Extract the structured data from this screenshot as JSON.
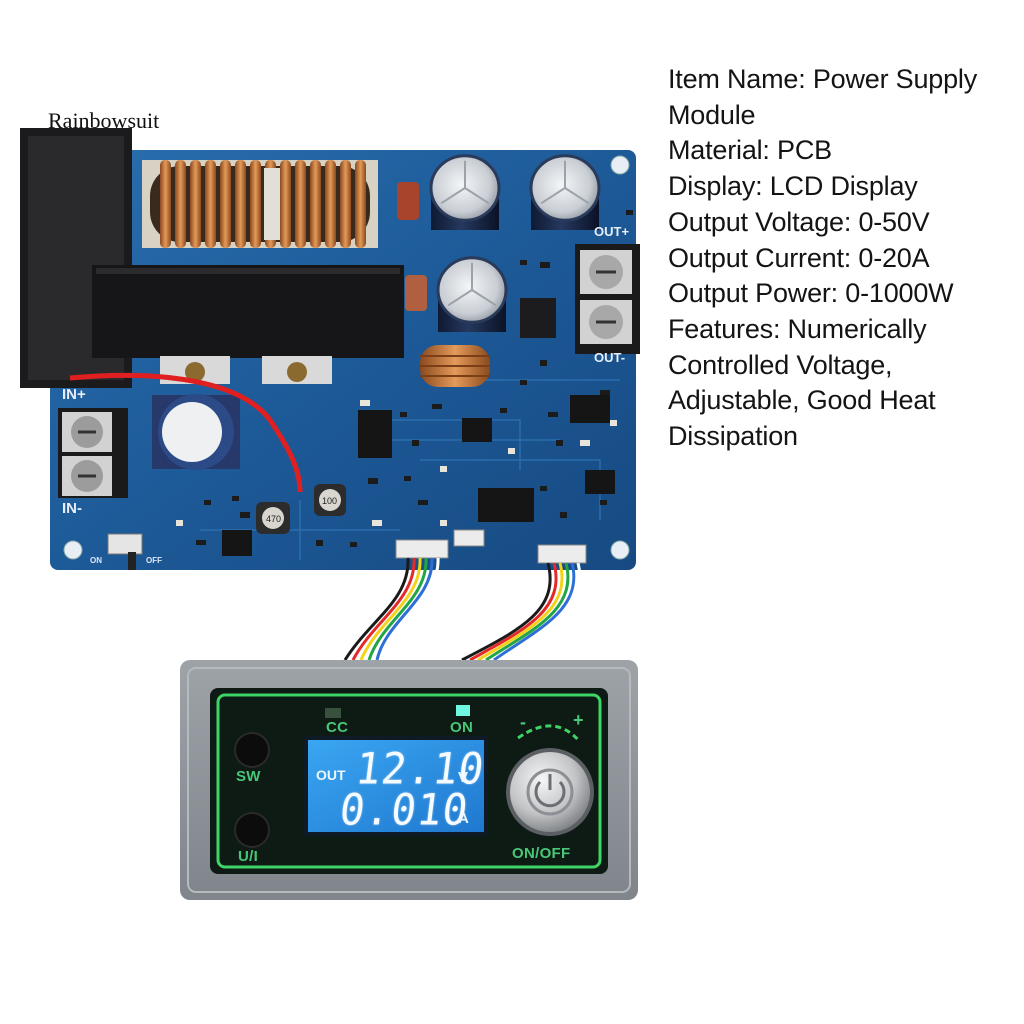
{
  "watermark": "Rainbowsuit",
  "specs": [
    "Item Name: Power Supply",
    "Module",
    "Material: PCB",
    "Display: LCD Display",
    "Output Voltage: 0-50V",
    "Output Current: 0-20A",
    "Output Power: 0-1000W",
    "Features: Numerically",
    "Controlled Voltage,",
    "Adjustable, Good Heat",
    "Dissipation"
  ],
  "pcb": {
    "in_plus": "IN+",
    "in_minus": "IN-",
    "out_plus": "OUT+",
    "out_minus": "OUT-",
    "on": "ON",
    "off": "OFF",
    "inductor_code": "470",
    "chip_code": "100"
  },
  "display": {
    "cc": "CC",
    "on": "ON",
    "sw": "SW",
    "ui": "U/I",
    "on_off": "ON/OFF",
    "out": "OUT",
    "voltage": "12.10",
    "voltage_unit": "V",
    "current": "0.010",
    "current_unit": "A",
    "knob_minus": "-",
    "knob_plus": "+"
  },
  "colors": {
    "pcb_blue": "#1f5c98",
    "lcd_blue": "#2b8fe0",
    "panel_green": "#3ed466",
    "copper": "#c6783d"
  }
}
